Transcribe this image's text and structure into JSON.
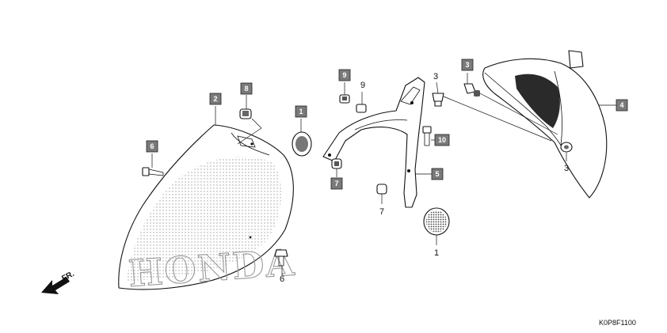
{
  "diagram": {
    "part_code": "K0P8F1100",
    "front_arrow_label": "FR.",
    "brand_mark": "HONDA",
    "labels": {
      "box_1": "1",
      "box_2": "2",
      "box_3": "3",
      "box_4": "4",
      "box_5": "5",
      "box_6": "6",
      "box_7": "7",
      "box_8": "8",
      "box_9": "9",
      "box_10": "10",
      "plain_1": "1",
      "plain_3_top": "3",
      "plain_3_right": "3",
      "plain_6": "6",
      "plain_7": "7",
      "plain_9": "9"
    }
  }
}
